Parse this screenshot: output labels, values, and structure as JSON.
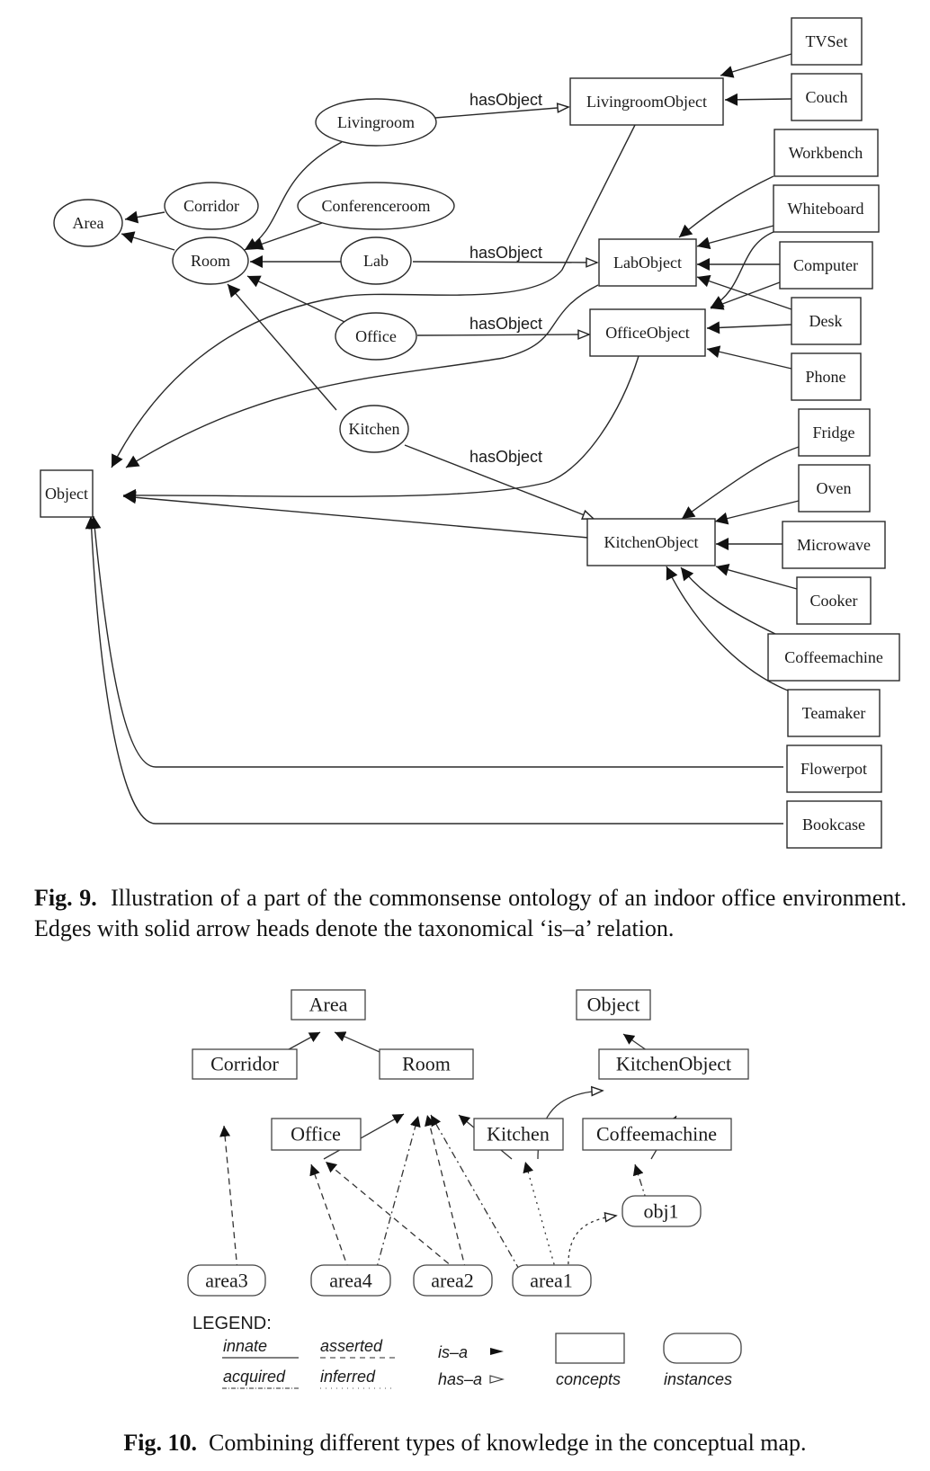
{
  "fig9": {
    "ellipse_nodes": [
      {
        "id": "Livingroom",
        "label": "Livingroom"
      },
      {
        "id": "Corridor",
        "label": "Corridor"
      },
      {
        "id": "Conferenceroom",
        "label": "Conferenceroom"
      },
      {
        "id": "Area",
        "label": "Area"
      },
      {
        "id": "Room",
        "label": "Room"
      },
      {
        "id": "Lab",
        "label": "Lab"
      },
      {
        "id": "Office",
        "label": "Office"
      },
      {
        "id": "Kitchen",
        "label": "Kitchen"
      }
    ],
    "box_nodes": [
      {
        "id": "LivingroomObject",
        "label": "LivingroomObject"
      },
      {
        "id": "LabObject",
        "label": "LabObject"
      },
      {
        "id": "OfficeObject",
        "label": "OfficeObject"
      },
      {
        "id": "KitchenObject",
        "label": "KitchenObject"
      },
      {
        "id": "Object",
        "label": "Object"
      },
      {
        "id": "TVSet",
        "label": "TVSet"
      },
      {
        "id": "Couch",
        "label": "Couch"
      },
      {
        "id": "Workbench",
        "label": "Workbench"
      },
      {
        "id": "Whiteboard",
        "label": "Whiteboard"
      },
      {
        "id": "Computer",
        "label": "Computer"
      },
      {
        "id": "Desk",
        "label": "Desk"
      },
      {
        "id": "Phone",
        "label": "Phone"
      },
      {
        "id": "Fridge",
        "label": "Fridge"
      },
      {
        "id": "Oven",
        "label": "Oven"
      },
      {
        "id": "Microwave",
        "label": "Microwave"
      },
      {
        "id": "Cooker",
        "label": "Cooker"
      },
      {
        "id": "Coffeemachine",
        "label": "Coffeemachine"
      },
      {
        "id": "Teamaker",
        "label": "Teamaker"
      },
      {
        "id": "Flowerpot",
        "label": "Flowerpot"
      },
      {
        "id": "Bookcase",
        "label": "Bookcase"
      }
    ],
    "edge_label": "hasObject",
    "isa_edges": [
      [
        "Corridor",
        "Area"
      ],
      [
        "Room",
        "Area"
      ],
      [
        "Livingroom",
        "Room"
      ],
      [
        "Conferenceroom",
        "Room"
      ],
      [
        "Lab",
        "Room"
      ],
      [
        "Office",
        "Room"
      ],
      [
        "Kitchen",
        "Room"
      ],
      [
        "LivingroomObject",
        "Object"
      ],
      [
        "LabObject",
        "Object"
      ],
      [
        "OfficeObject",
        "Object"
      ],
      [
        "KitchenObject",
        "Object"
      ],
      [
        "TVSet",
        "LivingroomObject"
      ],
      [
        "Couch",
        "LivingroomObject"
      ],
      [
        "Workbench",
        "LabObject"
      ],
      [
        "Whiteboard",
        "LabObject"
      ],
      [
        "Computer",
        "LabObject"
      ],
      [
        "Desk",
        "LabObject"
      ],
      [
        "Whiteboard",
        "OfficeObject"
      ],
      [
        "Computer",
        "OfficeObject"
      ],
      [
        "Desk",
        "OfficeObject"
      ],
      [
        "Phone",
        "OfficeObject"
      ],
      [
        "Fridge",
        "KitchenObject"
      ],
      [
        "Oven",
        "KitchenObject"
      ],
      [
        "Microwave",
        "KitchenObject"
      ],
      [
        "Cooker",
        "KitchenObject"
      ],
      [
        "Coffeemachine",
        "KitchenObject"
      ],
      [
        "Teamaker",
        "KitchenObject"
      ],
      [
        "Flowerpot",
        "Object"
      ],
      [
        "Bookcase",
        "Object"
      ]
    ],
    "hasa_edges": [
      [
        "Livingroom",
        "LivingroomObject"
      ],
      [
        "Lab",
        "LabObject"
      ],
      [
        "Office",
        "OfficeObject"
      ],
      [
        "Kitchen",
        "KitchenObject"
      ]
    ],
    "caption_label": "Fig. 9.",
    "caption_text": "Illustration of a part of the commonsense ontology of an indoor office environment. Edges with solid arrow heads denote the taxonomical ‘is–a’ relation."
  },
  "fig10": {
    "concepts": [
      {
        "id": "Area",
        "label": "Area"
      },
      {
        "id": "Object",
        "label": "Object"
      },
      {
        "id": "Corridor",
        "label": "Corridor"
      },
      {
        "id": "Room",
        "label": "Room"
      },
      {
        "id": "KitchenObject",
        "label": "KitchenObject"
      },
      {
        "id": "Office",
        "label": "Office"
      },
      {
        "id": "Kitchen",
        "label": "Kitchen"
      },
      {
        "id": "Coffeemachine",
        "label": "Coffeemachine"
      }
    ],
    "instances": [
      {
        "id": "obj1",
        "label": "obj1"
      },
      {
        "id": "area3",
        "label": "area3"
      },
      {
        "id": "area4",
        "label": "area4"
      },
      {
        "id": "area2",
        "label": "area2"
      },
      {
        "id": "area1",
        "label": "area1"
      }
    ],
    "legend": {
      "title": "LEGEND:",
      "innate": "innate",
      "asserted": "asserted",
      "acquired": "acquired",
      "inferred": "inferred",
      "isa": "is–a",
      "hasa": "has–a",
      "concepts": "concepts",
      "instances": "instances"
    },
    "caption_label": "Fig. 10.",
    "caption_text": "Combining different types of knowledge in the conceptual map."
  }
}
